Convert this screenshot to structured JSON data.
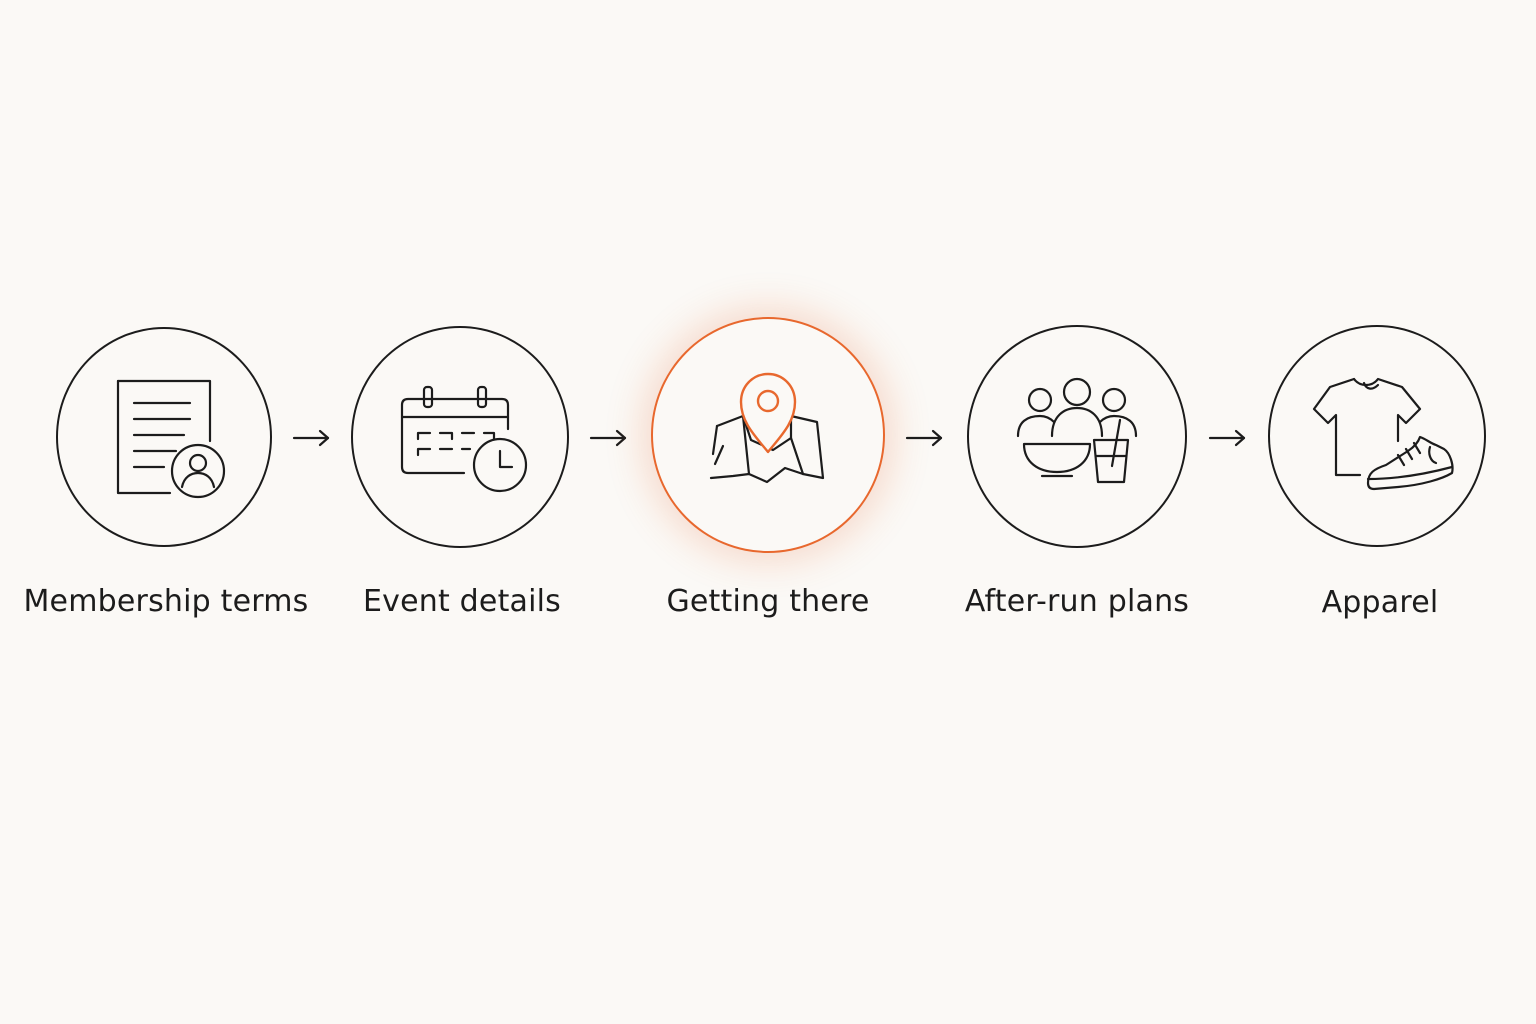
{
  "accent_color": "#e8682e",
  "stroke_color": "#1c1c1c",
  "background_color": "#fbf9f6",
  "active_step": 2,
  "steps": [
    {
      "label": "Membership terms",
      "icon": "document-user-icon"
    },
    {
      "label": "Event details",
      "icon": "calendar-clock-icon"
    },
    {
      "label": "Getting there",
      "icon": "map-pin-icon"
    },
    {
      "label": "After-run plans",
      "icon": "group-food-drink-icon"
    },
    {
      "label": "Apparel",
      "icon": "shirt-shoe-icon"
    }
  ]
}
